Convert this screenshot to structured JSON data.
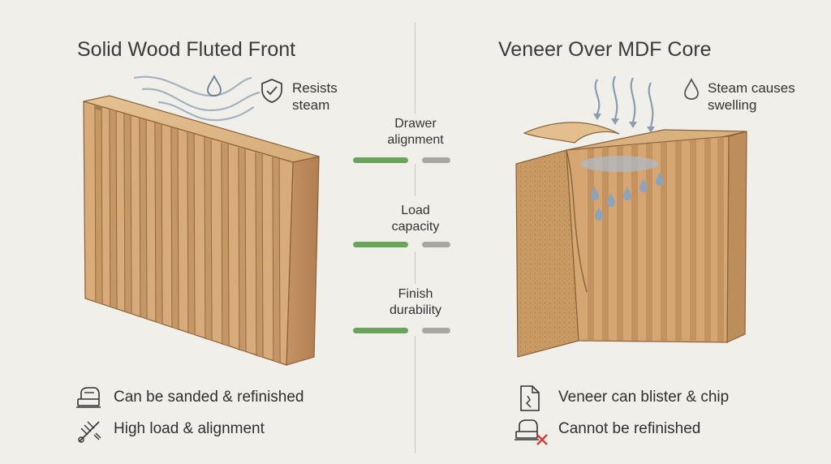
{
  "left_panel": {
    "title": "Solid Wood Fluted Front",
    "steam_note": "Resists steam",
    "steam_note_lines": [
      "Resists",
      "steam"
    ],
    "features": [
      {
        "icon": "sander-icon",
        "label": "Can be sanded & refinished"
      },
      {
        "icon": "alignment-tools-icon",
        "label": "High load & alignment"
      }
    ]
  },
  "right_panel": {
    "title": "Veneer Over MDF Core",
    "steam_note": "Steam causes swelling",
    "steam_note_lines": [
      "Steam causes",
      "swelling"
    ],
    "features": [
      {
        "icon": "damaged-sheet-icon",
        "label": "Veneer can blister & chip"
      },
      {
        "icon": "sander-crossed-icon",
        "label": "Cannot be refinished"
      }
    ]
  },
  "comparisons": [
    {
      "label_lines": [
        "Drawer",
        "alignment"
      ],
      "solid_wood": "strong",
      "veneer_mdf": "weak"
    },
    {
      "label_lines": [
        "Load",
        "capacity"
      ],
      "solid_wood": "strong",
      "veneer_mdf": "weak"
    },
    {
      "label_lines": [
        "Finish",
        "durability"
      ],
      "solid_wood": "strong",
      "veneer_mdf": "weak"
    }
  ],
  "colors": {
    "background": "#f1efe9",
    "solid_wood": "#d4a373",
    "mdf_core": "#c79a66",
    "strong_bar": "#6aa45a",
    "weak_bar": "#a7a7a4",
    "steam": "#8aa0b4",
    "cross": "#d23b3b"
  }
}
